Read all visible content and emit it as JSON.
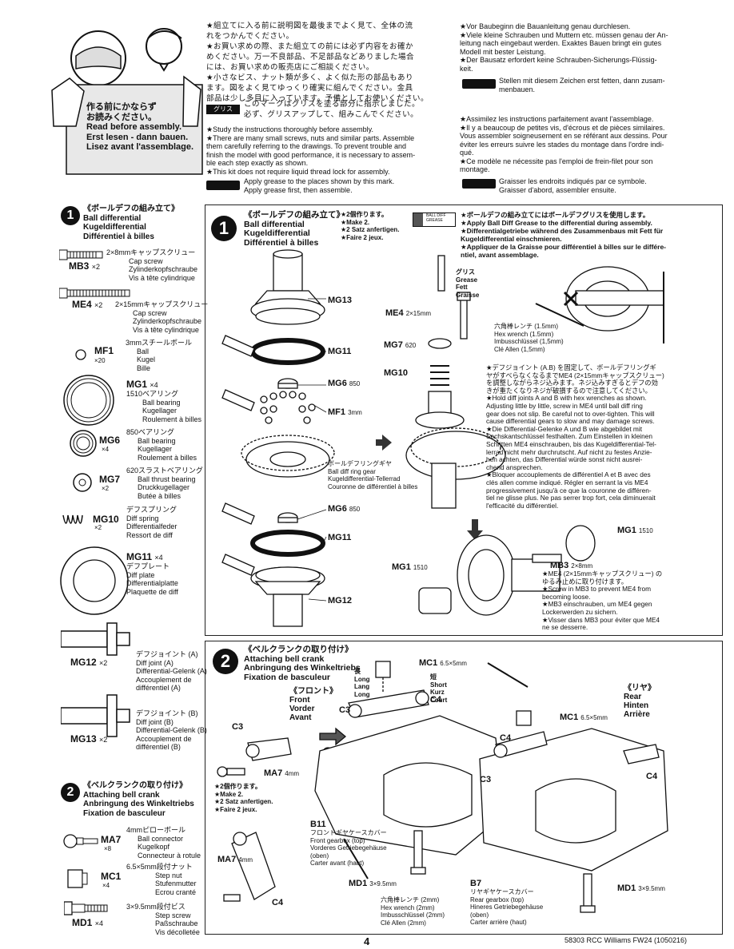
{
  "header": {
    "cover_text": [
      "作る前にかならず",
      "お読みください。",
      "Read before assembly.",
      "Erst lesen - dann bauen.",
      "Lisez avant l'assemblage."
    ],
    "jp_notes": [
      "★組立てに入る前に説明図を最後までよく見て、全体の流",
      "れをつかんでください。",
      "★お買い求めの際、また組立ての前には必ず内容をお確か",
      "めください。万一不良部品、不足部品などありました場合",
      "には、お買い求めの販売店にご相談ください。",
      "★小さなビス、ナット類が多く、よく似た形の部品もあり",
      "ます。図をよく見てゆっくり確実に組んでください。金具",
      "部品は少し多目に入っています。予備としてお使いください。"
    ],
    "jp_grease_tag": "グリス",
    "jp_grease_text": [
      "このマークはグリスを塗る部分に指示しました。",
      "必ず、グリスアップして、組みこんでください。"
    ],
    "en_notes": [
      "★Study the instructions thoroughly before assembly.",
      "★There are many small screws, nuts and similar parts. Assemble",
      "them carefully referring to the drawings. To prevent trouble and",
      "finish the model with good performance, it is necessary to assem-",
      "ble each step exactly as shown.",
      "★This kit does not require liquid thread lock for assembly."
    ],
    "en_grease": [
      "Apply grease to the places shown by this mark.",
      "Apply grease first, then assemble."
    ],
    "de_notes": [
      "★Vor Baubeginn die Bauanleitung genau durchlesen.",
      "★Viele kleine Schrauben und Muttern etc. müssen genau der An-",
      "leitung nach eingebaut werden. Exaktes Bauen bringt ein gutes",
      "Modell mit bester Leistung.",
      "★Der Bausatz erfordert keine Schrauben-Sicherungs-Flüssig-",
      "keit."
    ],
    "de_grease": [
      "Stellen mit diesem Zeichen erst fetten, dann zusam-",
      "menbauen."
    ],
    "fr_notes": [
      "★Assimilez les instructions parfaitement avant l'assemblage.",
      "★Il y a beaucoup de petites vis, d'écrous et de pièces similaires.",
      "Vous assembler soigneusement en se référant aux dessins. Pour",
      "éviter les erreurs suivre les stades du montage dans l'ordre indi-",
      "qué.",
      "★Ce modèle ne nécessite pas l'emploi de frein-filet pour son",
      "montage."
    ],
    "fr_grease": [
      "Graisser les endroits indiqués par ce symbole.",
      "Graisser d'abord, assembler ensuite."
    ]
  },
  "parts1": {
    "step": "1",
    "title": [
      "《ボールデフの組み立て》",
      "Ball differential",
      "Kugeldifferential",
      "Différentiel à billes"
    ],
    "items": [
      {
        "code": "MB3",
        "qty": "×2",
        "desc": [
          "2×8mmキャップスクリュー",
          "Cap screw",
          "Zylinderkopfschraube",
          "Vis à tête cylindrique"
        ]
      },
      {
        "code": "ME4",
        "qty": "×2",
        "desc": [
          "2×15mmキャップスクリュー",
          "Cap screw",
          "Zylinderkopfschraube",
          "Vis à tête cylindrique"
        ]
      },
      {
        "code": "MF1",
        "qty": "×20",
        "desc": [
          "3mmスチールボール",
          "Ball",
          "Kugel",
          "Bille"
        ]
      },
      {
        "code": "MG1",
        "qty": "×4",
        "desc": [
          "1510ベアリング",
          "Ball bearing",
          "Kugellager",
          "Roulement à billes"
        ]
      },
      {
        "code": "MG6",
        "qty": "×4",
        "desc": [
          "850ベアリング",
          "Ball bearing",
          "Kugellager",
          "Roulement à billes"
        ]
      },
      {
        "code": "MG7",
        "qty": "×2",
        "desc": [
          "620スラストベアリング",
          "Ball thrust bearing",
          "Druckkugellager",
          "Butée à billes"
        ]
      },
      {
        "code": "MG10",
        "qty": "×2",
        "desc": [
          "デフスプリング",
          "Diff spring",
          "Differentialfeder",
          "Ressort de diff"
        ]
      },
      {
        "code": "MG11",
        "qty": "×4",
        "desc": [
          "デフプレート",
          "Diff plate",
          "Differentialplatte",
          "Plaquette de diff"
        ]
      },
      {
        "code": "MG12",
        "qty": "×2",
        "desc": [
          "デフジョイント (A)",
          "Diff joint (A)",
          "Differential-Gelenk (A)",
          "Accouplement de",
          "différentiel (A)"
        ]
      },
      {
        "code": "MG13",
        "qty": "×2",
        "desc": [
          "デフジョイント (B)",
          "Diff joint (B)",
          "Differential-Gelenk (B)",
          "Accouplement de",
          "différentiel (B)"
        ]
      }
    ]
  },
  "parts2": {
    "step": "2",
    "title": [
      "《ベルクランクの取り付け》",
      "Attaching bell crank",
      "Anbringung des Winkeltriebs",
      "Fixation de basculeur"
    ],
    "items": [
      {
        "code": "MA7",
        "qty": "×8",
        "desc": [
          "4mmピローボール",
          "Ball connector",
          "Kugelkopf",
          "Connecteur à rotule"
        ]
      },
      {
        "code": "MC1",
        "qty": "×4",
        "desc": [
          "6.5×5mm段付ナット",
          "Step nut",
          "Stufenmutter",
          "Ecrou cranté"
        ]
      },
      {
        "code": "MD1",
        "qty": "×4",
        "desc": [
          "3×9.5mm段付ビス",
          "Step screw",
          "Paßschraube",
          "Vis décolletée"
        ]
      }
    ]
  },
  "step1": {
    "num": "1",
    "title": [
      "《ボールデフの組み立て》",
      "Ball differential",
      "Kugeldifferential",
      "Différentiel à billes"
    ],
    "make": [
      "★2個作ります。",
      "★Make 2.",
      "★2 Satz anfertigen.",
      "★Faire 2 jeux."
    ],
    "grease_tube": "BALL DIFF GREASE",
    "grease_note": [
      "★ボールデフの組み立てにはボールデフグリスを使用します。",
      "★Apply Ball Diff Grease to the differential during assembly.",
      "★Differentialgetriebe während des Zusammenbaus mit Fett für",
      "Kugeldifferential einschmieren.",
      "★Appliquer de la Graisse pour différentiel à billes sur le différe-",
      "ntiel, avant assemblage."
    ],
    "labels": {
      "mg13": "MG13",
      "mg11a": "MG11",
      "mg6a": "MG6",
      "mg6a_n": "850",
      "mf1": "MF1",
      "mf1_n": "3mm",
      "mg6b": "MG6",
      "mg6b_n": "850",
      "mg11b": "MG11",
      "mg12": "MG12",
      "ring_gear": [
        "ボールデフリングギヤ",
        "Ball diff ring gear",
        "Kugeldifferential-Tellerrad",
        "Couronne de différentiel à billes"
      ],
      "grease": [
        "グリス",
        "Grease",
        "Fett",
        "Graisse"
      ],
      "me4": "ME4",
      "me4_n": "2×15mm",
      "mg7": "MG7",
      "mg7_n": "620",
      "mg10": "MG10",
      "hex": [
        "六角棒レンチ (1.5mm)",
        "Hex wrench (1.5mm)",
        "Imbusschlüssel (1,5mm)",
        "Clé Allen (1,5mm)"
      ],
      "mg1a": "MG1",
      "mg1a_n": "1510",
      "mg1b": "MG1",
      "mg1b_n": "1510",
      "mb3": "MB3",
      "mb3_n": "2×8mm"
    },
    "note_hold": [
      "★デフジョイント (A.B) を固定して、ボールデフリングギ",
      "ヤがすべらなくなるまでME4 (2×15mmキャップスクリュー)",
      "を調整しながらネジ込みます。ネジ込みすぎるとデフの効",
      "きが重たくなりネジが破損するので注意してください。",
      "★Hold diff joints A and B with hex wrenches as shown.",
      "Adjusting little by little, screw in ME4 until ball diff ring",
      "gear does not slip. Be careful not to over-tighten. This will",
      "cause differential gears to slow and may damage screws.",
      "★Die Differential-Gelenke A und B wie abgebildet mit",
      "Sechskantschlüssel festhalten. Zum Einstellen in kleinen",
      "Schritten ME4 einschrauben, bis das Kugeldifferential-Tel-",
      "lerrad nicht mehr durchrutscht. Auf nicht zu festes Anzie-",
      "hen achten, das Differential würde sonst nicht ausrei-",
      "chend ansprechen.",
      "★Bloquer accouplements de différentiel A et B avec des",
      "clés allen comme indiqué. Régler en serrant la vis ME4",
      "progressivement jusqu'à ce que la couronne de différen-",
      "tiel ne glisse plus. Ne pas serrer trop fort, cela diminuerait",
      "l'efficacité du différentiel."
    ],
    "note_mb3": [
      "★ME4 (2×15mmキャップスクリュー) の",
      "ゆるみ止めに取り付けます。",
      "★Screw in MB3 to prevent ME4 from",
      "becoming loose.",
      "★MB3 einschrauben, um ME4 gegen",
      "Lockerwerden zu sichern.",
      "★Visser dans MB3 pour éviter que ME4",
      "ne se desserre."
    ]
  },
  "step2": {
    "num": "2",
    "title": [
      "《ベルクランクの取り付け》",
      "Attaching bell crank",
      "Anbringung des Winkeltriebs",
      "Fixation de basculeur"
    ],
    "make": [
      "★2個作ります。",
      "★Make 2.",
      "★2 Satz anfertigen.",
      "★Faire 2 jeux."
    ],
    "front": [
      "《フロント》",
      "Front",
      "Vorder",
      "Avant"
    ],
    "rear": [
      "《リヤ》",
      "Rear",
      "Hinten",
      "Arrière"
    ],
    "long": [
      "長",
      "Long",
      "Lang",
      "Long"
    ],
    "short": [
      "短",
      "Short",
      "Kurz",
      "Court"
    ],
    "labels": {
      "mc1a": "MC1",
      "mc1a_n": "6.5×5mm",
      "mc1b": "MC1",
      "mc1b_n": "6.5×5mm",
      "c3a": "C3",
      "c3b": "C3",
      "c3c": "C3",
      "c4a": "C4",
      "c4b": "C4",
      "c4c": "C4",
      "ma7a": "MA7",
      "ma7a_n": "4mm",
      "ma7b": "MA7",
      "ma7b_n": "4mm",
      "b11": "B11",
      "b7": "B7",
      "md1a": "MD1",
      "md1a_n": "3×9.5mm",
      "md1b": "MD1",
      "md1b_n": "3×9.5mm"
    },
    "front_cover": [
      "フロントギヤケースカバー",
      "Front gearbox (top)",
      "Vorderes Getriebegehäuse",
      "(oben)",
      "Carter avant (haut)"
    ],
    "rear_cover": [
      "リヤギヤケースカバー",
      "Rear gearbox (top)",
      "Hineres Getriebegehäuse",
      "(oben)",
      "Carter arrière (haut)"
    ],
    "hex2": [
      "六角棒レンチ (2mm)",
      "Hex wrench (2mm)",
      "Imbusschlüssel (2mm)",
      "Clé Allen (2mm)"
    ]
  },
  "footer": {
    "page": "4",
    "code": "58303 RCC Williams FW24 (1050216)"
  }
}
